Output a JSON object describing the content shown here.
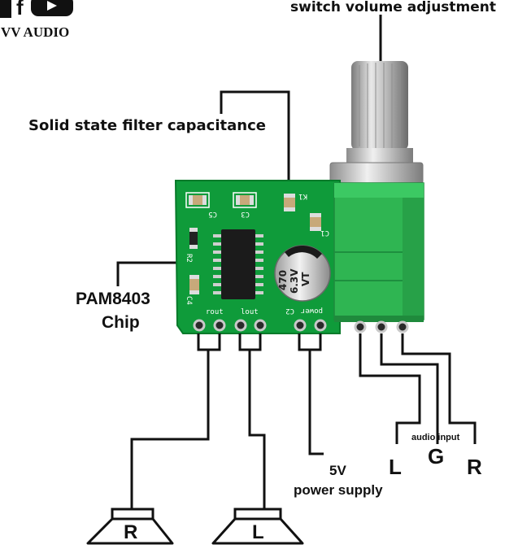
{
  "brand": {
    "logo_fragment": "f",
    "name": "VV AUDIO"
  },
  "labels": {
    "switch_volume": "switch volume adjustment",
    "filter_cap": "Solid state filter capacitance",
    "chip_line1": "PAM8403",
    "chip_line2": "Chip",
    "power_volts": "5V",
    "power_text": "power supply",
    "audio_input": "audio input",
    "input_l": "L",
    "input_g": "G",
    "input_r": "R",
    "speaker_right": "R",
    "speaker_left": "L"
  },
  "board": {
    "capacitor_top": "470",
    "capacitor_mid": "6.3V",
    "capacitor_bottom": "VT",
    "silk_c5": "C5",
    "silk_c3": "C3",
    "silk_k1": "K1",
    "silk_c1": "C1",
    "silk_r2": "R2",
    "silk_c4": "C4",
    "silk_rout": "rout",
    "silk_lout": "lout",
    "silk_c2": "C2",
    "silk_power": "power"
  },
  "colors": {
    "pcb": "#0f9b3a",
    "pcb_dark": "#087a2a",
    "potentiometer": "#2fb552",
    "wire": "#111111"
  }
}
